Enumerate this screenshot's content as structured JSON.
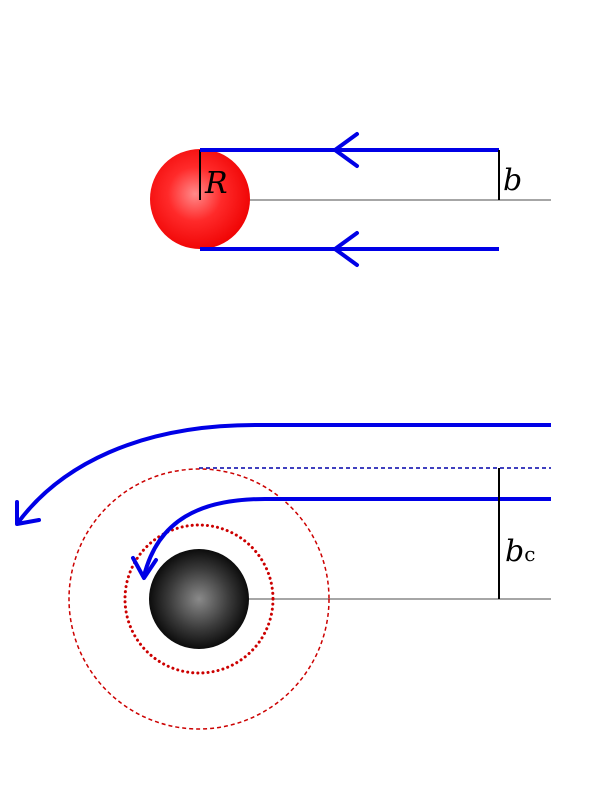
{
  "top_diagram": {
    "radius_label": "R",
    "impact_label": "b",
    "sphere_color": "#ff0000",
    "ray_color": "#0000e6"
  },
  "bottom_diagram": {
    "critical_label_main": "b",
    "critical_label_sub": "c",
    "body_color": "#222222",
    "ray_color": "#0000e6",
    "orbit_color": "#cc0000"
  }
}
